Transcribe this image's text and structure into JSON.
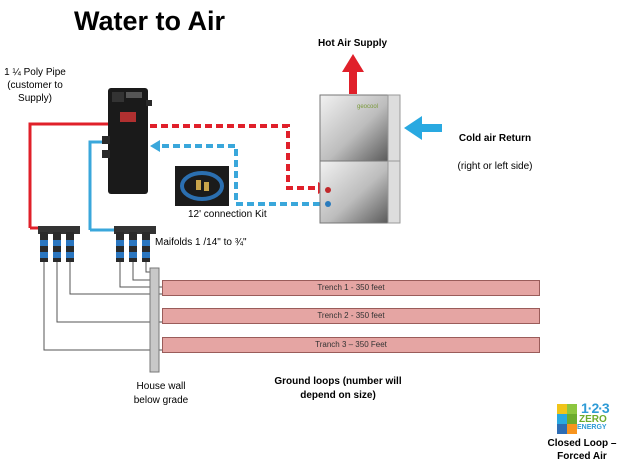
{
  "title": "Water to Air",
  "labels": {
    "hot_air": "Hot Air Supply",
    "cold_air_bold": "Cold air Return",
    "cold_air_sub": "(right or left side)",
    "poly_pipe": "1 ¼ Poly Pipe\n(customer to\nSupply)",
    "kit": "12' connection Kit",
    "manifolds": "Maifolds 1 /14\" to ¾\"",
    "house_wall": "House wall\nbelow grade",
    "ground_loops": "Ground loops (number will\ndepend on size)",
    "closed_loop": "Closed Loop –\nForced Air",
    "furnace_brand": "geocool"
  },
  "trenches": [
    {
      "label": "Trench 1 - 350 feet"
    },
    {
      "label": "Trench 2 - 350 feet"
    },
    {
      "label": "Tranch 3 – 350 Feet"
    }
  ],
  "logo": {
    "numbers": "1·2·3",
    "zero": "ZERO",
    "energy": "ENERGY"
  },
  "colors": {
    "supply_line": "#e0202a",
    "return_line": "#3aa7db",
    "arrow_hot": "#e0202a",
    "arrow_cold": "#29a9e1",
    "trench_fill": "#e5a5a3",
    "wall": "#c8c8c8"
  }
}
